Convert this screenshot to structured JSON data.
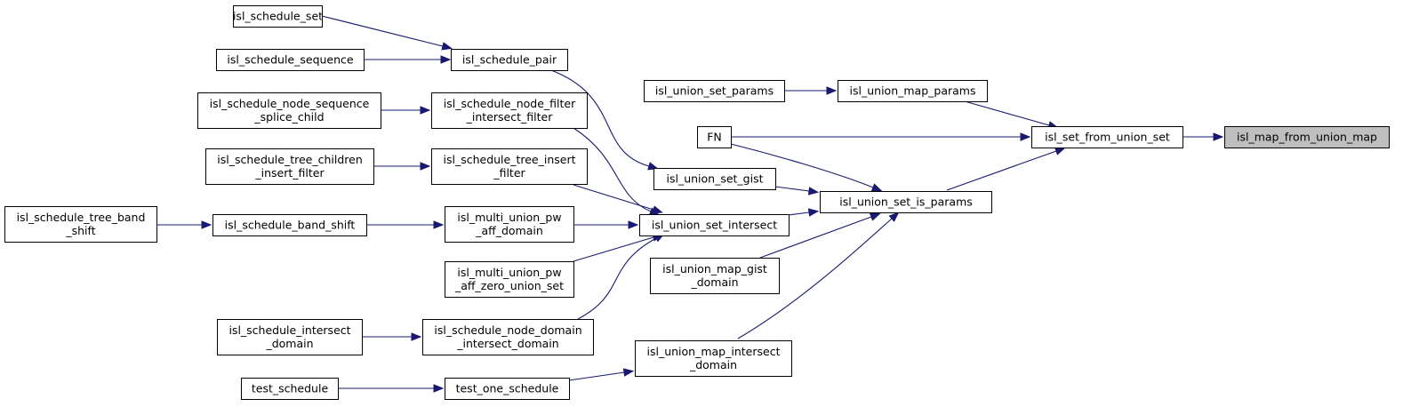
{
  "diagram": {
    "colors": {
      "edge": "#191970",
      "node_fill": "#ffffff",
      "node_stroke": "#000000",
      "root_fill": "#bfbfbf"
    },
    "nodes": [
      {
        "id": "n_map_from_union_map",
        "lines": [
          "isl_map_from_union_map"
        ],
        "root": true
      },
      {
        "id": "n_set_from_union_set",
        "lines": [
          "isl_set_from_union_set"
        ]
      },
      {
        "id": "n_union_map_params",
        "lines": [
          "isl_union_map_params"
        ]
      },
      {
        "id": "n_union_set_params",
        "lines": [
          "isl_union_set_params"
        ]
      },
      {
        "id": "n_fn",
        "lines": [
          "FN"
        ]
      },
      {
        "id": "n_union_set_is_params",
        "lines": [
          "isl_union_set_is_params"
        ]
      },
      {
        "id": "n_union_set_gist",
        "lines": [
          "isl_union_set_gist"
        ]
      },
      {
        "id": "n_union_set_intersect",
        "lines": [
          "isl_union_set_intersect"
        ]
      },
      {
        "id": "n_union_map_gist_domain",
        "lines": [
          "isl_union_map_gist",
          "_domain"
        ]
      },
      {
        "id": "n_union_map_intersect_domain",
        "lines": [
          "isl_union_map_intersect",
          "_domain"
        ]
      },
      {
        "id": "n_schedule_pair",
        "lines": [
          "isl_schedule_pair"
        ]
      },
      {
        "id": "n_schedule_set",
        "lines": [
          "isl_schedule_set"
        ]
      },
      {
        "id": "n_schedule_sequence",
        "lines": [
          "isl_schedule_sequence"
        ]
      },
      {
        "id": "n_node_filter_intersect",
        "lines": [
          "isl_schedule_node_filter",
          "_intersect_filter"
        ]
      },
      {
        "id": "n_node_sequence_splice",
        "lines": [
          "isl_schedule_node_sequence",
          "_splice_child"
        ]
      },
      {
        "id": "n_tree_insert_filter",
        "lines": [
          "isl_schedule_tree_insert",
          "_filter"
        ]
      },
      {
        "id": "n_tree_children_insert",
        "lines": [
          "isl_schedule_tree_children",
          "_insert_filter"
        ]
      },
      {
        "id": "n_mupa_domain",
        "lines": [
          "isl_multi_union_pw",
          "_aff_domain"
        ]
      },
      {
        "id": "n_band_shift",
        "lines": [
          "isl_schedule_band_shift"
        ]
      },
      {
        "id": "n_tree_band_shift",
        "lines": [
          "isl_schedule_tree_band",
          "_shift"
        ]
      },
      {
        "id": "n_mupa_zero",
        "lines": [
          "isl_multi_union_pw",
          "_aff_zero_union_set"
        ]
      },
      {
        "id": "n_node_domain_intersect",
        "lines": [
          "isl_schedule_node_domain",
          "_intersect_domain"
        ]
      },
      {
        "id": "n_schedule_intersect_domain",
        "lines": [
          "isl_schedule_intersect",
          "_domain"
        ]
      },
      {
        "id": "n_test_one_schedule",
        "lines": [
          "test_one_schedule"
        ]
      },
      {
        "id": "n_test_schedule",
        "lines": [
          "test_schedule"
        ]
      }
    ],
    "edges": [
      {
        "from": "n_set_from_union_set",
        "to": "n_map_from_union_map"
      },
      {
        "from": "n_union_map_params",
        "to": "n_set_from_union_set"
      },
      {
        "from": "n_fn",
        "to": "n_set_from_union_set"
      },
      {
        "from": "n_union_set_is_params",
        "to": "n_set_from_union_set"
      },
      {
        "from": "n_union_set_params",
        "to": "n_union_map_params"
      },
      {
        "from": "n_fn",
        "to": "n_union_set_is_params"
      },
      {
        "from": "n_union_set_gist",
        "to": "n_union_set_is_params"
      },
      {
        "from": "n_union_set_intersect",
        "to": "n_union_set_is_params"
      },
      {
        "from": "n_union_map_gist_domain",
        "to": "n_union_set_is_params"
      },
      {
        "from": "n_union_map_intersect_domain",
        "to": "n_union_set_is_params"
      },
      {
        "from": "n_schedule_pair",
        "to": "n_union_set_gist"
      },
      {
        "from": "n_schedule_set",
        "to": "n_schedule_pair"
      },
      {
        "from": "n_schedule_sequence",
        "to": "n_schedule_pair"
      },
      {
        "from": "n_node_filter_intersect",
        "to": "n_union_set_intersect"
      },
      {
        "from": "n_tree_insert_filter",
        "to": "n_union_set_intersect"
      },
      {
        "from": "n_mupa_domain",
        "to": "n_union_set_intersect"
      },
      {
        "from": "n_mupa_zero",
        "to": "n_union_set_intersect"
      },
      {
        "from": "n_node_domain_intersect",
        "to": "n_union_set_intersect"
      },
      {
        "from": "n_node_sequence_splice",
        "to": "n_node_filter_intersect"
      },
      {
        "from": "n_tree_children_insert",
        "to": "n_tree_insert_filter"
      },
      {
        "from": "n_band_shift",
        "to": "n_mupa_domain"
      },
      {
        "from": "n_tree_band_shift",
        "to": "n_band_shift"
      },
      {
        "from": "n_schedule_intersect_domain",
        "to": "n_node_domain_intersect"
      },
      {
        "from": "n_test_one_schedule",
        "to": "n_union_map_intersect_domain"
      },
      {
        "from": "n_test_schedule",
        "to": "n_test_one_schedule"
      }
    ]
  }
}
